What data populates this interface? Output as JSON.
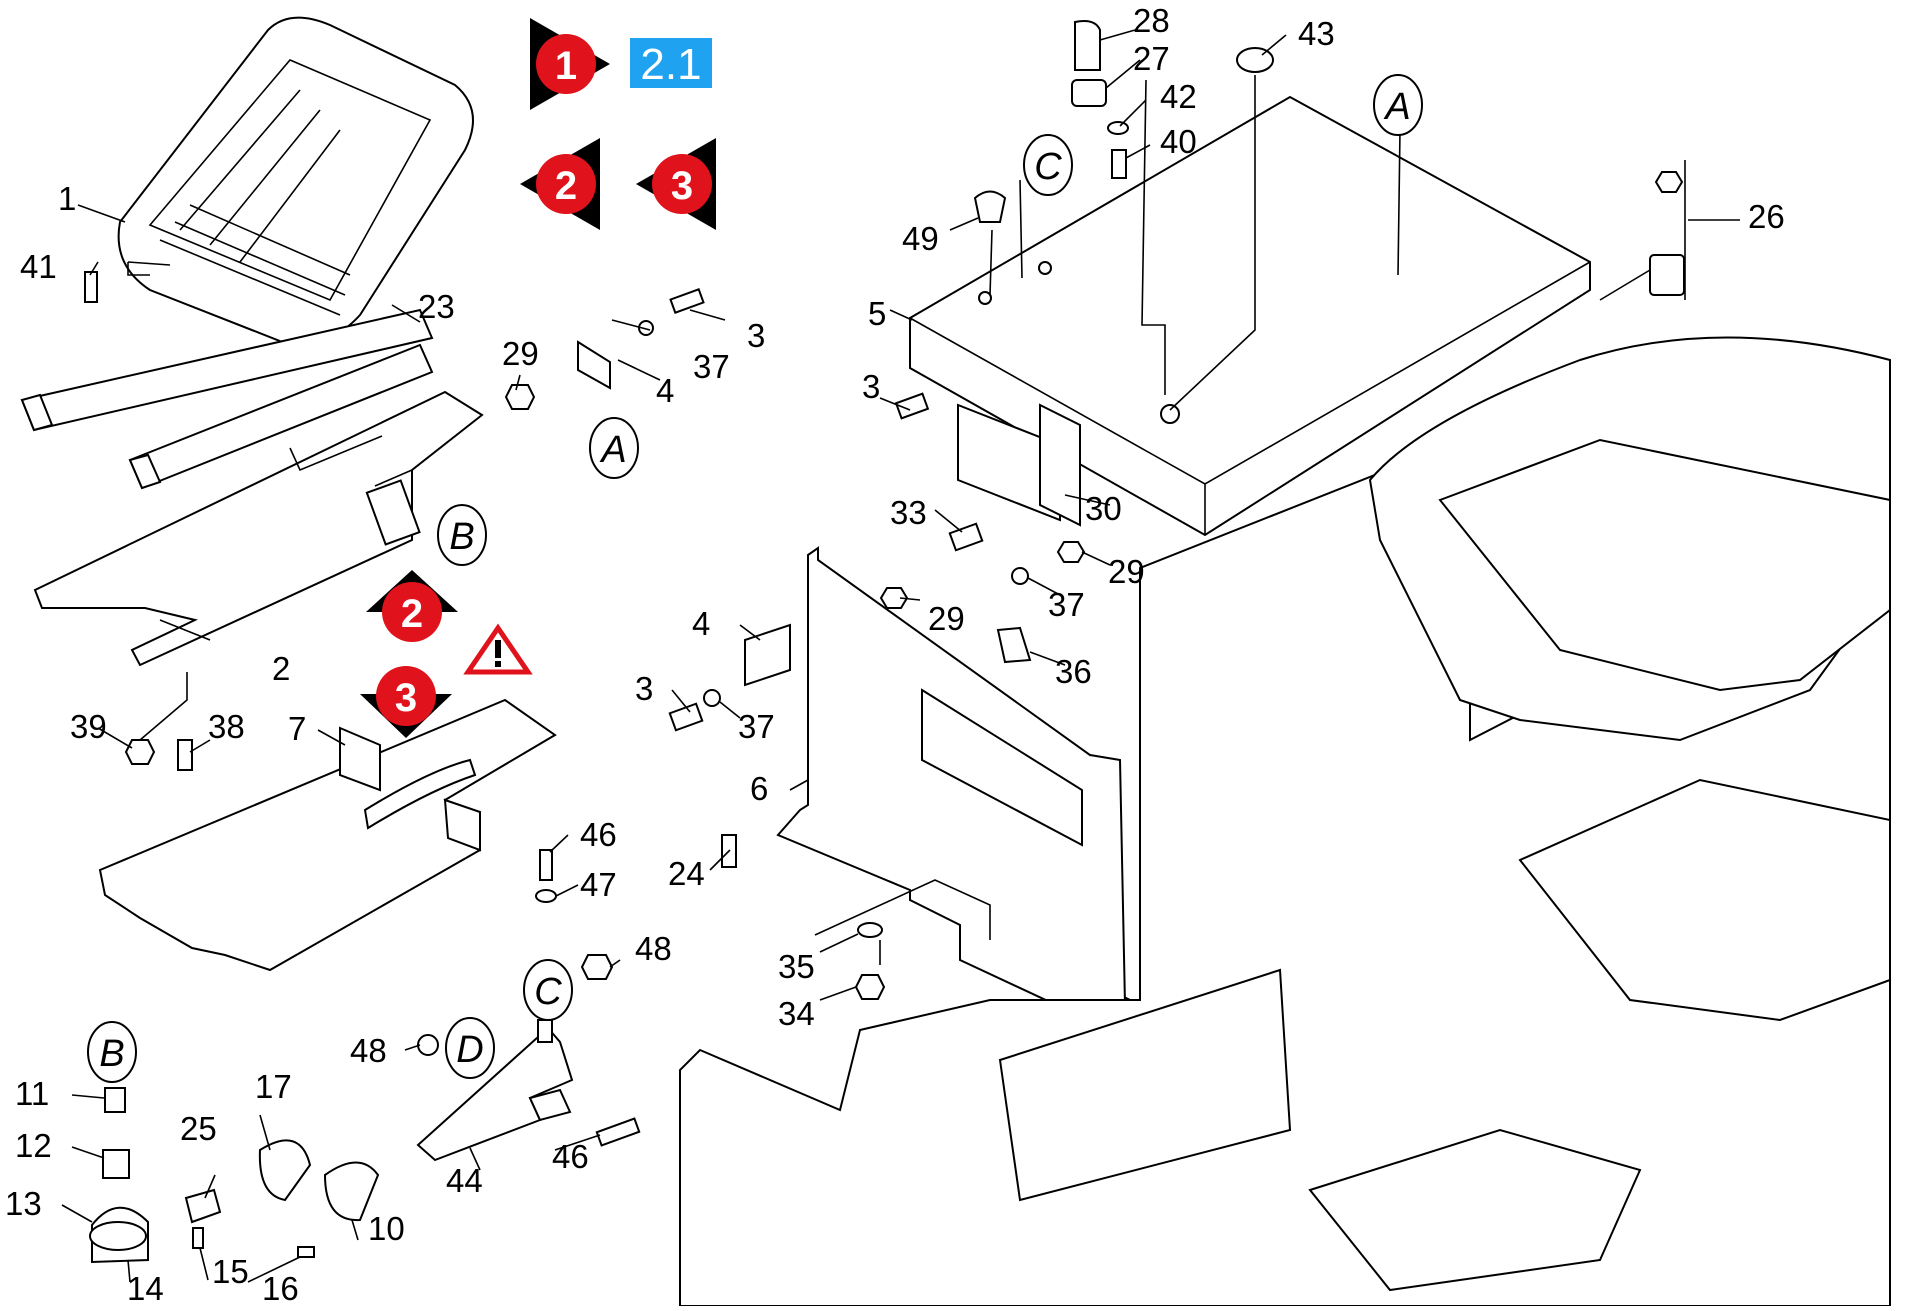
{
  "navigation": {
    "forward_badge": "1",
    "section_ref": "2.1",
    "back_badges": [
      "2",
      "3"
    ],
    "up_badge": "2",
    "down_badge": "3",
    "warning_icon": "warning-triangle-icon"
  },
  "colors": {
    "nav_red": "#E0121B",
    "arrow_black": "#000000",
    "ref_blue": "#1FA2F0"
  },
  "callouts": [
    "A",
    "A",
    "B",
    "B",
    "C",
    "C",
    "D"
  ],
  "part_labels": [
    {
      "id": "1",
      "text": "1"
    },
    {
      "id": "41",
      "text": "41"
    },
    {
      "id": "23",
      "text": "23"
    },
    {
      "id": "2",
      "text": "2"
    },
    {
      "id": "39",
      "text": "39"
    },
    {
      "id": "38",
      "text": "38"
    },
    {
      "id": "7",
      "text": "7"
    },
    {
      "id": "29a",
      "text": "29"
    },
    {
      "id": "4a",
      "text": "4"
    },
    {
      "id": "37a",
      "text": "37"
    },
    {
      "id": "3a",
      "text": "3"
    },
    {
      "id": "28",
      "text": "28"
    },
    {
      "id": "27",
      "text": "27"
    },
    {
      "id": "43",
      "text": "43"
    },
    {
      "id": "42",
      "text": "42"
    },
    {
      "id": "40",
      "text": "40"
    },
    {
      "id": "49",
      "text": "49"
    },
    {
      "id": "5",
      "text": "5"
    },
    {
      "id": "26",
      "text": "26"
    },
    {
      "id": "3b",
      "text": "3"
    },
    {
      "id": "30",
      "text": "30"
    },
    {
      "id": "33",
      "text": "33"
    },
    {
      "id": "29b",
      "text": "29"
    },
    {
      "id": "37b",
      "text": "37"
    },
    {
      "id": "36",
      "text": "36"
    },
    {
      "id": "4b",
      "text": "4"
    },
    {
      "id": "29c",
      "text": "29"
    },
    {
      "id": "3c",
      "text": "3"
    },
    {
      "id": "37c",
      "text": "37"
    },
    {
      "id": "6",
      "text": "6"
    },
    {
      "id": "24",
      "text": "24"
    },
    {
      "id": "46a",
      "text": "46"
    },
    {
      "id": "47",
      "text": "47"
    },
    {
      "id": "48a",
      "text": "48"
    },
    {
      "id": "35",
      "text": "35"
    },
    {
      "id": "34",
      "text": "34"
    },
    {
      "id": "48b",
      "text": "48"
    },
    {
      "id": "44",
      "text": "44"
    },
    {
      "id": "46b",
      "text": "46"
    },
    {
      "id": "11",
      "text": "11"
    },
    {
      "id": "12",
      "text": "12"
    },
    {
      "id": "13",
      "text": "13"
    },
    {
      "id": "14",
      "text": "14"
    },
    {
      "id": "25",
      "text": "25"
    },
    {
      "id": "15",
      "text": "15"
    },
    {
      "id": "16",
      "text": "16"
    },
    {
      "id": "17",
      "text": "17"
    },
    {
      "id": "10",
      "text": "10"
    }
  ]
}
